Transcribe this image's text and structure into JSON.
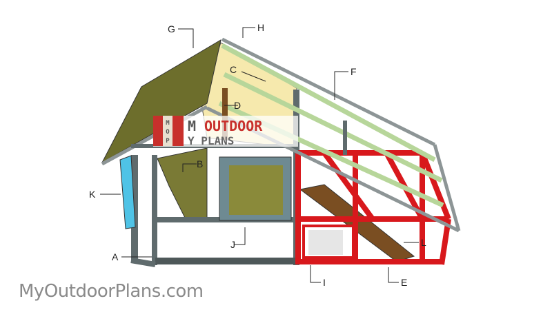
{
  "labels": {
    "A": "A",
    "B": "B",
    "C": "C",
    "D": "D",
    "E": "E",
    "F": "F",
    "G": "G",
    "H": "H",
    "I": "I",
    "J": "J",
    "K": "K",
    "L": "L"
  },
  "logo": {
    "letters": [
      "M",
      "O",
      "P"
    ],
    "line1_prefix": "M",
    "line1_main": "OUTDOOR",
    "line2": "Y PLANS"
  },
  "footer": "MyOutdoorPlans.com",
  "colors": {
    "roof": "#6d6e2c",
    "gable": "#f6e9ad",
    "rafter": "#b7d69a",
    "frame_gray": "#5f6b6d",
    "frame_red": "#d8181c",
    "panel_cyan": "#4fc3e6",
    "ramp": "#7a4e22",
    "logo_red": "#c8302c"
  }
}
